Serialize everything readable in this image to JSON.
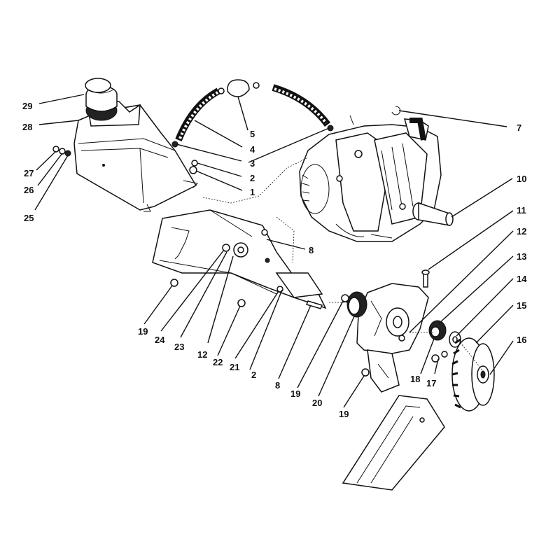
{
  "callouts": [
    {
      "id": "c29",
      "text": "29"
    },
    {
      "id": "c28",
      "text": "28"
    },
    {
      "id": "c27",
      "text": "27"
    },
    {
      "id": "c26",
      "text": "26"
    },
    {
      "id": "c25",
      "text": "25"
    },
    {
      "id": "c5",
      "text": "5"
    },
    {
      "id": "c4",
      "text": "4"
    },
    {
      "id": "c3",
      "text": "3"
    },
    {
      "id": "c2a",
      "text": "2"
    },
    {
      "id": "c1",
      "text": "1"
    },
    {
      "id": "c7",
      "text": "7"
    },
    {
      "id": "c10",
      "text": "10"
    },
    {
      "id": "c11",
      "text": "11"
    },
    {
      "id": "c12a",
      "text": "12"
    },
    {
      "id": "c13",
      "text": "13"
    },
    {
      "id": "c14",
      "text": "14"
    },
    {
      "id": "c15",
      "text": "15"
    },
    {
      "id": "c16",
      "text": "16"
    },
    {
      "id": "c8a",
      "text": "8"
    },
    {
      "id": "c19a",
      "text": "19"
    },
    {
      "id": "c24",
      "text": "24"
    },
    {
      "id": "c23",
      "text": "23"
    },
    {
      "id": "c12b",
      "text": "12"
    },
    {
      "id": "c22",
      "text": "22"
    },
    {
      "id": "c21",
      "text": "21"
    },
    {
      "id": "c2b",
      "text": "2"
    },
    {
      "id": "c8b",
      "text": "8"
    },
    {
      "id": "c19b",
      "text": "19"
    },
    {
      "id": "c20",
      "text": "20"
    },
    {
      "id": "c18",
      "text": "18"
    },
    {
      "id": "c17",
      "text": "17"
    },
    {
      "id": "c19c",
      "text": "19"
    }
  ]
}
